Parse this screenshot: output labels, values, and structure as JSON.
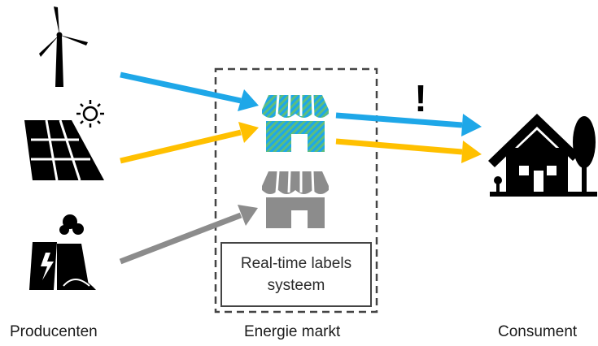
{
  "diagram": {
    "producers_label": "Producenten",
    "market_label": "Energie markt",
    "consumer_label": "Consument",
    "system_label_line1": "Real-time labels",
    "system_label_line2": "systeem",
    "alert_mark": "!"
  },
  "colors": {
    "blue": "#1ea7e8",
    "yellow": "#ffc000",
    "gray": "#8c8c8c",
    "green_blue_stripe_a": "#5dbd7e",
    "green_blue_stripe_b": "#1ea7e8",
    "black": "#000000"
  },
  "icons": {
    "producers": [
      "wind-turbine-icon",
      "solar-panel-icon",
      "power-plant-icon"
    ],
    "market": [
      "labeled-shop-icon",
      "gray-shop-icon"
    ],
    "consumer": [
      "house-with-tree-icon"
    ]
  }
}
